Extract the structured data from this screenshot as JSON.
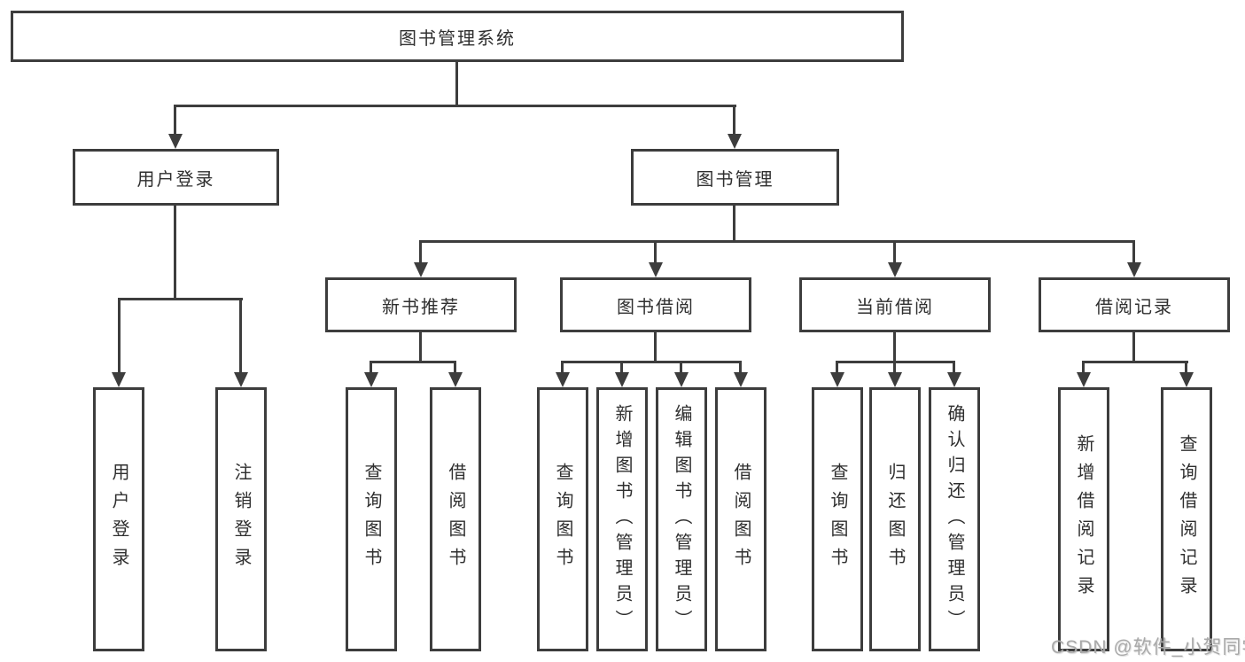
{
  "diagram": {
    "type": "hierarchy-tree",
    "root": {
      "label": "图书管理系统"
    },
    "level2": {
      "user_login": {
        "label": "用户登录",
        "parent": "图书管理系统"
      },
      "book_management": {
        "label": "图书管理",
        "parent": "图书管理系统"
      }
    },
    "level3": {
      "new_book_rec": {
        "label": "新书推荐",
        "parent": "图书管理"
      },
      "book_borrow": {
        "label": "图书借阅",
        "parent": "图书管理"
      },
      "current_borrow": {
        "label": "当前借阅",
        "parent": "图书管理"
      },
      "borrow_record": {
        "label": "借阅记录",
        "parent": "图书管理"
      }
    },
    "leaves": {
      "login": {
        "label": "用户登录",
        "parent": "用户登录"
      },
      "logout": {
        "label": "注销登录",
        "parent": "用户登录"
      },
      "nb_query": {
        "label": "查询图书",
        "parent": "新书推荐"
      },
      "nb_borrow": {
        "label": "借阅图书",
        "parent": "新书推荐"
      },
      "bb_query": {
        "label": "查询图书",
        "parent": "图书借阅"
      },
      "bb_add": {
        "label": "新增图书（管理员）",
        "parent": "图书借阅"
      },
      "bb_edit": {
        "label": "编辑图书（管理员）",
        "parent": "图书借阅"
      },
      "bb_borrow": {
        "label": "借阅图书",
        "parent": "图书借阅"
      },
      "cb_query": {
        "label": "查询图书",
        "parent": "当前借阅"
      },
      "cb_return": {
        "label": "归还图书",
        "parent": "当前借阅"
      },
      "cb_confirm": {
        "label": "确认归还（管理员）",
        "parent": "当前借阅"
      },
      "br_add": {
        "label": "新增借阅记录",
        "parent": "借阅记录"
      },
      "br_query": {
        "label": "查询借阅记录",
        "parent": "借阅记录"
      }
    },
    "watermark": "CSDN @软件_小贺同学",
    "colors": {
      "line": "#3d3d3d",
      "text": "#2f2f2f",
      "watermark": "#a9a9a9",
      "background": "#ffffff"
    }
  }
}
